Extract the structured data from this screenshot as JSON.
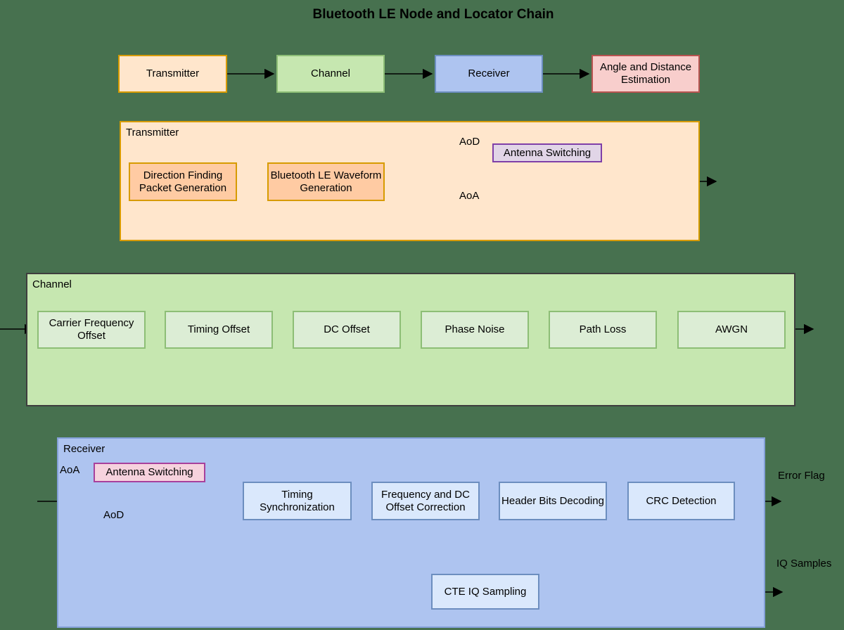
{
  "title": "Bluetooth LE Node and Locator Chain",
  "overview": {
    "transmitter": "Transmitter",
    "channel": "Channel",
    "receiver": "Receiver",
    "estimation": "Angle and Distance Estimation"
  },
  "transmitter": {
    "label": "Transmitter",
    "packet_generation": "Direction Finding Packet Generation",
    "waveform_generation": "Bluetooth LE Waveform Generation",
    "antenna_switching": "Antenna Switching",
    "switch_top_label": "AoD",
    "switch_bottom_label": "AoA"
  },
  "channel": {
    "label": "Channel",
    "blocks": [
      "Carrier Frequency Offset",
      "Timing Offset",
      "DC Offset",
      "Phase Noise",
      "Path Loss",
      "AWGN"
    ]
  },
  "receiver": {
    "label": "Receiver",
    "antenna_switching": "Antenna Switching",
    "switch_top_label": "AoA",
    "switch_bottom_label": "AoD",
    "timing_sync": "Timing Synchronization",
    "freq_dc_correction": "Frequency and DC Offset Correction",
    "header_bits": "Header Bits Decoding",
    "crc_detection": "CRC Detection",
    "cte_iq_sampling": "CTE IQ Sampling",
    "error_flag_label": "Error Flag",
    "iq_samples_label": "IQ Samples"
  },
  "colors": {
    "background": "#47714F",
    "orange_fill": "#FFE6CC",
    "orange_block_fill": "#FFCBA3",
    "orange_stroke": "#D79B00",
    "green_fill": "#C6E7B0",
    "green_block_fill": "#DCEDD5",
    "green_stroke": "#8DBE76",
    "green_container_stroke": "#3E3E3E",
    "blue_fill": "#AEC4F0",
    "blue_block_fill": "#DAE8FC",
    "blue_stroke": "#6C8EBF",
    "pink_fill": "#F8CECC",
    "pink_stroke": "#B85450",
    "purple_fill": "#E1D5E7",
    "purple_stroke": "#7F3FA8",
    "pink_switch_fill": "#F6D2DD",
    "pink_switch_stroke": "#A8409C",
    "connector": "#000000"
  }
}
